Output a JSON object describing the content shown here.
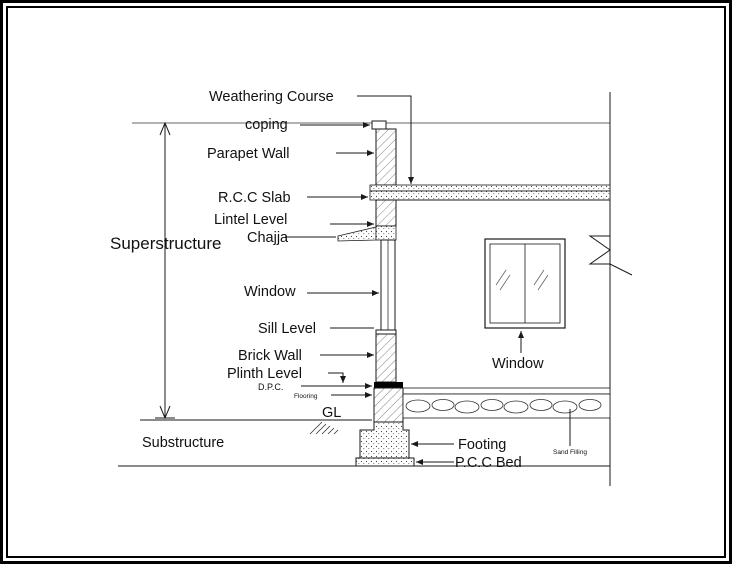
{
  "labels": {
    "weathering_course": "Weathering Course",
    "coping": "coping",
    "parapet_wall": "Parapet Wall",
    "rcc_slab": "R.C.C Slab",
    "lintel_level": "Lintel Level",
    "chajja": "Chajja",
    "superstructure": "Superstructure",
    "window_left": "Window",
    "sill_level": "Sill Level",
    "brick_wall": "Brick Wall",
    "plinth_level": "Plinth Level",
    "dpc": "D.P.C.",
    "flooring": "Flooring",
    "gl": "GL",
    "substructure": "Substructure",
    "footing": "Footing",
    "pcc_bed": "P.C.C Bed",
    "sand_filling": "Sand Filling",
    "window_right": "Window"
  },
  "colors": {
    "line": "#1a1a1a",
    "border": "#000000",
    "background": "#ffffff",
    "dpc_fill": "#000000"
  }
}
